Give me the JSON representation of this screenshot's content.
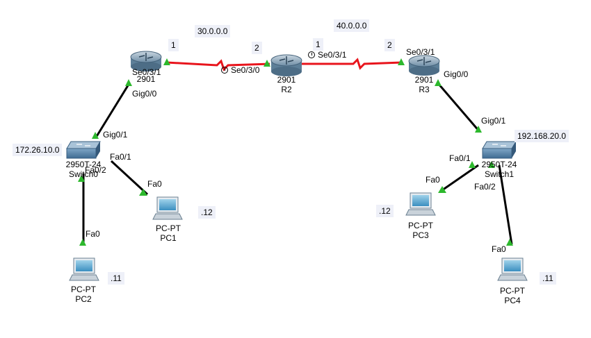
{
  "networks": {
    "net_30": "30.0.0.0",
    "net_40": "40.0.0.0",
    "lan_left": "172.26.10.0",
    "lan_right": "192.168.20.0"
  },
  "devices": {
    "r1_model": "2901",
    "r2_model": "2901",
    "r2_name": "R2",
    "r3_model": "2901",
    "r3_name": "R3",
    "sw0_model": "2950T-24",
    "sw0_name": "Switch0",
    "sw1_model": "2950T-24",
    "sw1_name": "Switch1",
    "pc1_model": "PC-PT",
    "pc1_name": "PC1",
    "pc2_model": "PC-PT",
    "pc2_name": "PC2",
    "pc3_model": "PC-PT",
    "pc3_name": "PC3",
    "pc4_model": "PC-PT",
    "pc4_name": "PC4"
  },
  "interfaces": {
    "r1_se": "Se0/3/1",
    "r1_gig": "Gig0/0",
    "r2_se_left": "Se0/3/0",
    "r2_se_right": "Se0/3/1",
    "r3_se": "Se0/3/1",
    "r3_gig": "Gig0/0",
    "sw0_gig": "Gig0/1",
    "sw0_fa1": "Fa0/1",
    "sw0_fa2": "Fa0/2",
    "pc1_fa": "Fa0",
    "pc2_fa": "Fa0",
    "sw1_gig": "Gig0/1",
    "sw1_fa1": "Fa0/1",
    "sw1_fa2": "Fa0/2",
    "pc3_fa": "Fa0",
    "pc4_fa": "Fa0"
  },
  "link_numbers": {
    "r1_30": "1",
    "r2_30": "2",
    "r2_40": "1",
    "r3_40": "2"
  },
  "host_ids": {
    "pc1": ".12",
    "pc2": ".11",
    "pc3": ".12",
    "pc4": ".11"
  },
  "colors": {
    "serial_link": "#e8141c",
    "ethernet_link": "#000000",
    "port_up": "#2db82d",
    "router_body": "#5d7f98",
    "switch_body": "#4f7fa6",
    "label_bg": "#eef0f8"
  }
}
